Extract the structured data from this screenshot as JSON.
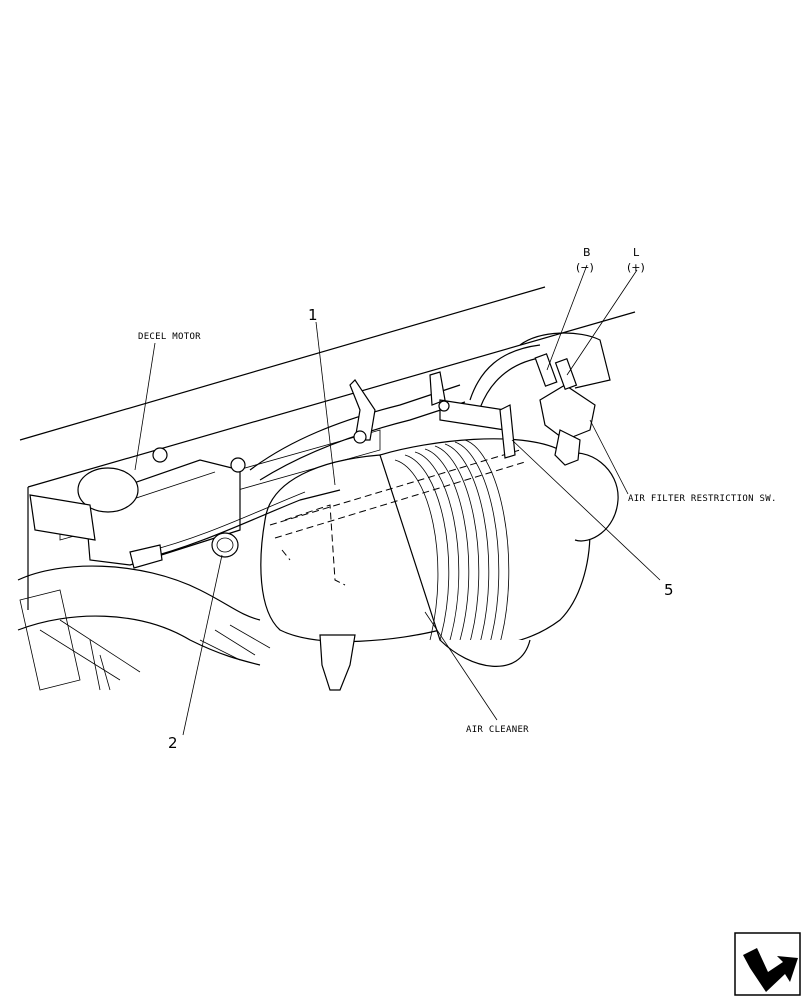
{
  "labels": {
    "decel_motor": "DECEL MOTOR",
    "air_filter_restriction_sw": "AIR FILTER RESTRICTION SW.",
    "air_cleaner": "AIR CLEANER"
  },
  "callouts": {
    "item_1": "1",
    "item_2": "2",
    "item_5": "5"
  },
  "terminals": {
    "b_letter": "B",
    "b_polarity": "(−)",
    "l_letter": "L",
    "l_polarity": "(+)"
  },
  "nav_icon": "next-page-arrow-icon"
}
